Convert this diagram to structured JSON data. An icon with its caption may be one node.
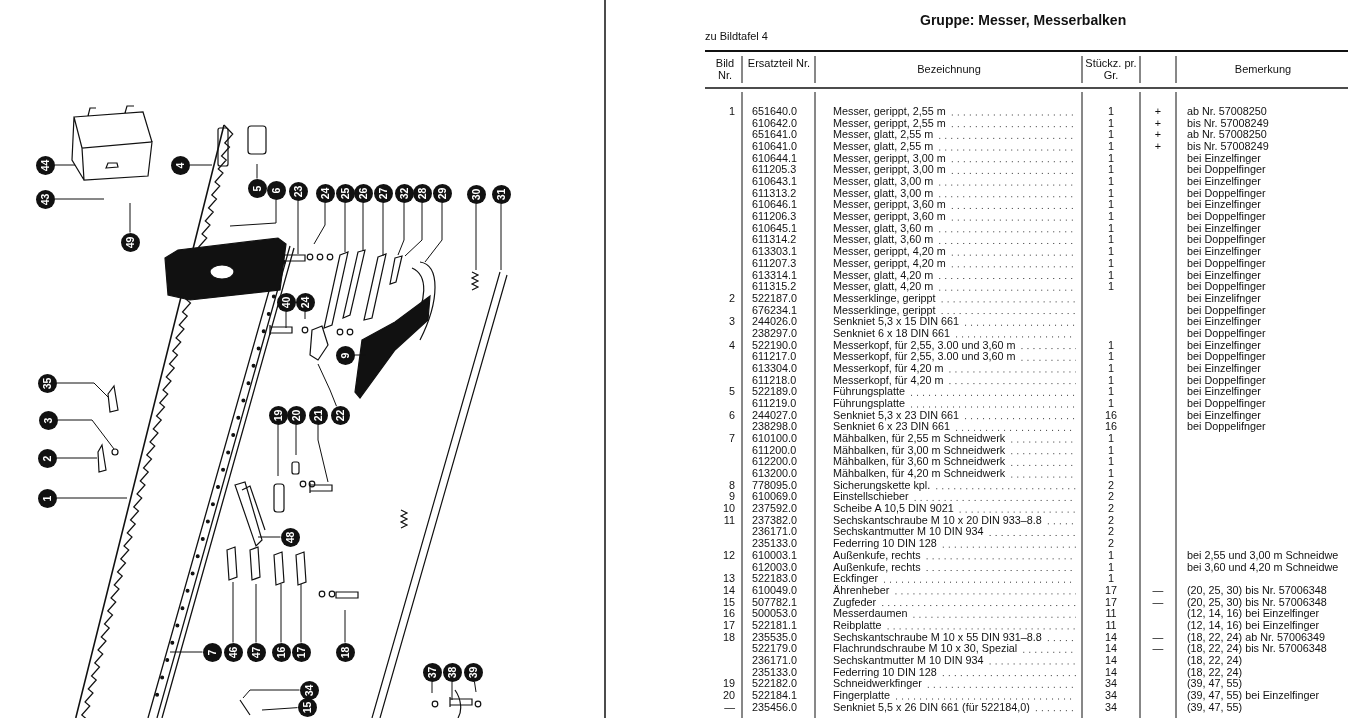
{
  "diagram": {
    "title": "Gruppe: Messer, Messerbalken",
    "nodes": [
      {
        "text": [
          "44"
        ]
      },
      {
        "text": [
          "43"
        ]
      },
      {
        "text": [
          "49"
        ]
      },
      {
        "text": [
          "4"
        ]
      },
      {
        "text": [
          "5"
        ]
      },
      {
        "text": [
          "6"
        ]
      },
      {
        "text": [
          "23"
        ]
      },
      {
        "text": [
          "24"
        ]
      },
      {
        "text": [
          "25"
        ]
      },
      {
        "text": [
          "26"
        ]
      },
      {
        "text": [
          "27"
        ]
      },
      {
        "text": [
          "32"
        ]
      },
      {
        "text": [
          "28"
        ]
      },
      {
        "text": [
          "29"
        ]
      },
      {
        "text": [
          "30"
        ]
      },
      {
        "text": [
          "31"
        ]
      },
      {
        "text": [
          "40"
        ]
      },
      {
        "text": [
          "24"
        ]
      },
      {
        "text": [
          "9"
        ]
      },
      {
        "text": [
          "22"
        ]
      },
      {
        "text": [
          "35"
        ]
      },
      {
        "text": [
          "3"
        ]
      },
      {
        "text": [
          "2"
        ]
      },
      {
        "text": [
          "1"
        ]
      },
      {
        "text": [
          "19"
        ]
      },
      {
        "text": [
          "20"
        ]
      },
      {
        "text": [
          "21"
        ]
      },
      {
        "text": [
          "48"
        ]
      },
      {
        "text": [
          "7"
        ]
      },
      {
        "text": [
          "46"
        ]
      },
      {
        "text": [
          "47"
        ]
      },
      {
        "text": [
          "16"
        ]
      },
      {
        "text": [
          "17"
        ]
      },
      {
        "text": [
          "18"
        ]
      },
      {
        "text": [
          "37"
        ]
      },
      {
        "text": [
          "38"
        ]
      },
      {
        "text": [
          "39"
        ]
      },
      {
        "text": [
          "34"
        ]
      },
      {
        "text": [
          "15"
        ]
      }
    ],
    "edges": [
      {
        "from": 0,
        "to": null,
        "arrow": "none"
      },
      {
        "from": 1,
        "to": null,
        "arrow": "none"
      },
      {
        "from": 2,
        "to": null,
        "arrow": "none"
      },
      {
        "from": 3,
        "to": null,
        "arrow": "none"
      },
      {
        "from": 4,
        "to": null,
        "arrow": "none"
      },
      {
        "from": 5,
        "to": null,
        "arrow": "none"
      },
      {
        "from": 6,
        "to": null,
        "arrow": "none"
      },
      {
        "from": 7,
        "to": null,
        "arrow": "none"
      },
      {
        "from": 8,
        "to": null,
        "arrow": "none"
      },
      {
        "from": 9,
        "to": null,
        "arrow": "none"
      },
      {
        "from": 10,
        "to": null,
        "arrow": "none"
      },
      {
        "from": 11,
        "to": null,
        "arrow": "none"
      },
      {
        "from": 12,
        "to": null,
        "arrow": "none"
      },
      {
        "from": 13,
        "to": null,
        "arrow": "none"
      },
      {
        "from": 14,
        "to": null,
        "arrow": "none"
      },
      {
        "from": 15,
        "to": null,
        "arrow": "none"
      },
      {
        "from": 16,
        "to": null,
        "arrow": "none"
      },
      {
        "from": 17,
        "to": null,
        "arrow": "none"
      },
      {
        "from": 18,
        "to": null,
        "arrow": "none"
      },
      {
        "from": 19,
        "to": null,
        "arrow": "none"
      },
      {
        "from": 20,
        "to": null,
        "arrow": "none"
      },
      {
        "from": 21,
        "to": null,
        "arrow": "none"
      },
      {
        "from": 22,
        "to": null,
        "arrow": "none"
      },
      {
        "from": 23,
        "to": null,
        "arrow": "none"
      },
      {
        "from": 24,
        "to": null,
        "arrow": "none"
      },
      {
        "from": 25,
        "to": null,
        "arrow": "none"
      },
      {
        "from": 26,
        "to": null,
        "arrow": "none"
      },
      {
        "from": 27,
        "to": null,
        "arrow": "none"
      },
      {
        "from": 28,
        "to": null,
        "arrow": "none"
      },
      {
        "from": 29,
        "to": null,
        "arrow": "none"
      },
      {
        "from": 30,
        "to": null,
        "arrow": "none"
      },
      {
        "from": 31,
        "to": null,
        "arrow": "none"
      },
      {
        "from": 32,
        "to": null,
        "arrow": "none"
      },
      {
        "from": 33,
        "to": null,
        "arrow": "none"
      },
      {
        "from": 34,
        "to": null,
        "arrow": "none"
      },
      {
        "from": 35,
        "to": null,
        "arrow": "none"
      },
      {
        "from": 36,
        "to": null,
        "arrow": "none"
      },
      {
        "from": 37,
        "to": null,
        "arrow": "none"
      },
      {
        "from": 38,
        "to": null,
        "arrow": "none"
      }
    ],
    "labels": [
      "zu Bildtafel 4",
      "Bild Nr.",
      "Ersatzteil Nr.",
      "Bezeichnung",
      "Stückz. pr. Gr.",
      "Bemerkung",
      "1",
      "651640.0",
      "Messer, gerippt, 2,55 m",
      "1",
      "+",
      "ab Nr. 57008250",
      "610642.0",
      "Messer, gerippt, 2,55 m",
      "1",
      "+",
      "bis Nr. 57008249",
      "651641.0",
      "Messer, glatt, 2,55 m",
      "1",
      "+",
      "ab Nr. 57008250",
      "610641.0",
      "Messer, glatt, 2,55 m",
      "1",
      "+",
      "bis Nr. 57008249",
      "610644.1",
      "Messer, gerippt, 3,00 m",
      "1",
      "bei Einzelfinger",
      "611205.3",
      "Messer, gerippt, 3,00 m",
      "1",
      "bei Doppelfinger",
      "610643.1",
      "Messer, glatt, 3,00 m",
      "1",
      "bei Einzelfinger",
      "611313.2",
      "Messer, glatt, 3,00 m",
      "1",
      "bei Doppelfinger",
      "610646.1",
      "Messer, gerippt, 3,60 m",
      "1",
      "bei Einzelfinger",
      "611206.3",
      "Messer, gerippt, 3,60 m",
      "1",
      "bei Doppelfinger",
      "610645.1",
      "Messer, glatt, 3,60 m",
      "1",
      "bei Einzelfinger",
      "611314.2",
      "Messer, glatt, 3,60 m",
      "1",
      "bei Doppelfinger",
      "613303.1",
      "Messer, gerippt, 4,20 m",
      "1",
      "bei Einzelfinger",
      "611207.3",
      "Messer, gerippt, 4,20 m",
      "1",
      "bei Doppelfinger",
      "613314.1",
      "Messer, glatt, 4,20 m",
      "1",
      "bei Einzelfinger",
      "611315.2",
      "Messer, glatt, 4,20 m",
      "1",
      "bei Doppelfinger",
      "2",
      "522187.0",
      "Messerklinge, gerippt",
      "bei Einzelifnger",
      "676234.1",
      "Messerklinge, gerippt",
      "bei Doppelfinger",
      "3",
      "244026.0",
      "Senkniet 5,3 x 15 DIN 661",
      "bei Einzelfinger",
      "238297.0",
      "Senkniet 6 x 18 DIN 661",
      "bei Doppelfinger",
      "4",
      "522190.0",
      "Messerkopf, für 2,55, 3.00 und 3,60 m",
      "1",
      "bei Einzelfinger",
      "611217.0",
      "Messerkopf, für 2,55, 3.00 und 3,60 m",
      "1",
      "bei Doppelfinger",
      "613304.0",
      "Messerkopf, für 4,20 m",
      "1",
      "bei Einzelfinger",
      "611218.0",
      "Messerkopf, für 4,20 m",
      "1",
      "bei Doppelfinger",
      "5",
      "522189.0",
      "Führungsplatte",
      "1",
      "bei Einzelfinger",
      "611219.0",
      "Führungsplatte",
      "1",
      "bei Doppelfinger",
      "6",
      "244027.0",
      "Senkniet 5,3 x 23 DIN 661",
      "16",
      "bei Einzelfinger",
      "238298.0",
      "Senkniet 6 x 23 DIN 661",
      "16",
      "bei Doppelifnger",
      "7",
      "610100.0",
      "Mähbalken, für 2,55 m Schneidwerk",
      "1",
      "611200.0",
      "Mähbalken, für 3,00 m Schneidwerk",
      "1",
      "612200.0",
      "Mähbalken, für 3,60 m Schneidwerk",
      "1",
      "613200.0",
      "Mähbalken, für 4,20 m Schneidwerk",
      "1",
      "8",
      "778095.0",
      "Sicherungskette kpl.",
      "2",
      "9",
      "610069.0",
      "Einstellschieber",
      "2",
      "10",
      "237592.0",
      "Scheibe A 10,5 DIN 9021",
      "2",
      "11",
      "237382.0",
      "Sechskantschraube M 10 x 20 DIN 933–8.8",
      "2",
      "236171.0",
      "Sechskantmutter M 10 DIN 934",
      "2",
      "235133.0",
      "Federring 10 DIN 128",
      "2",
      "12",
      "610003.1",
      "Außenkufe, rechts",
      "1",
      "bei 2,55 und 3,00 m Schneidwe",
      "612003.0",
      "Außenkufe, rechts",
      "1",
      "bei 3,60 und 4,20 m Schneidwe",
      "13",
      "522183.0",
      "Eckfinger",
      "1",
      "14",
      "610049.0",
      "Ährenheber",
      "17",
      "—",
      "(20, 25, 30) bis Nr. 57006348",
      "15",
      "507782.1",
      "Zugfeder",
      "17",
      "—",
      "(20, 25, 30) bis Nr. 57006348",
      "16",
      "500053.0",
      "Messerdaumen",
      "11",
      "(12, 14, 16) bei Einzelfinger",
      "17",
      "522181.1",
      "Reibplatte",
      "11",
      "(12, 14, 16) bei Einzelfinger",
      "18",
      "235535.0",
      "Sechskantschraube M 10 x 55 DIN 931–8.8",
      "14",
      "—",
      "(18, 22, 24) ab Nr. 57006349",
      "522179.0",
      "Flachrundschraube M 10 x 30, Spezial",
      "14",
      "—",
      "(18, 22, 24) bis Nr. 57006348",
      "236171.0",
      "Sechskantmutter M 10 DIN 934",
      "14",
      "(18, 22, 24)",
      "235133.0",
      "Federring 10 DIN 128",
      "14",
      "(18, 22, 24)",
      "19",
      "522182.0",
      "Schneidwerkfinger",
      "34",
      "(39, 47, 55)",
      "20",
      "522184.1",
      "Fingerplatte",
      "34",
      "(39, 47, 55) bei Einzelfinger",
      "—",
      "235456.0",
      "Senkniet 5,5 x 26 DIN 661 (für 522184,0)",
      "34",
      "(39, 47, 55)"
    ]
  }
}
